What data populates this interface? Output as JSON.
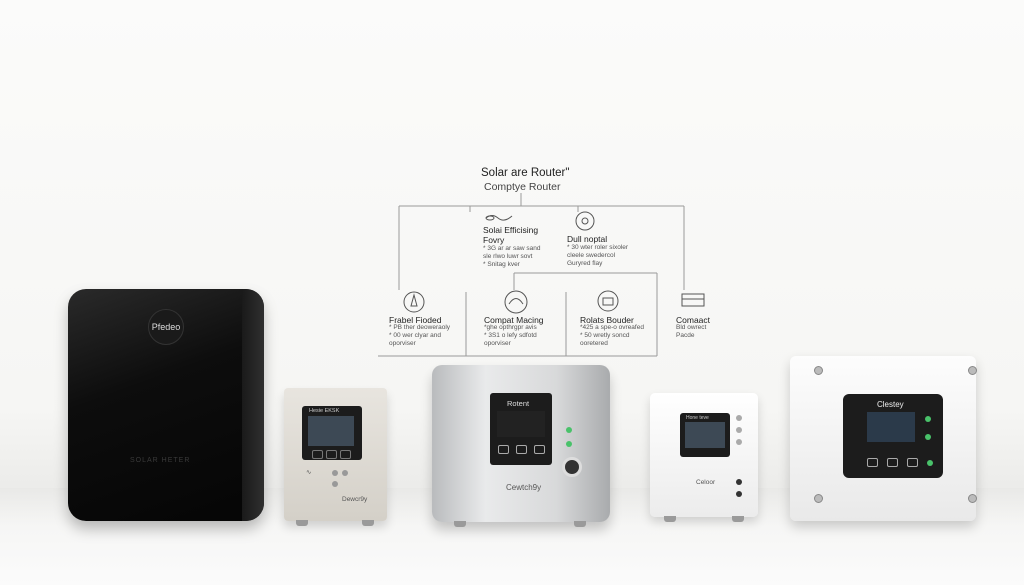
{
  "diagram": {
    "title": "Solar are Router\"",
    "subtitle": "Comptye Router",
    "top_nodes": [
      {
        "title_line1": "Solai Efficising",
        "title_line2": "Fovry",
        "notes": [
          "* 3G ar ar saw sand",
          "sle rlwo luwr sovt",
          "* Snitag kver"
        ]
      },
      {
        "title_line1": "Dull noptal",
        "title_line2": "",
        "notes": [
          "* 30 wter roler sixoler",
          "cleele swedercol",
          "Guryred flay"
        ]
      }
    ],
    "bottom_nodes": [
      {
        "title": "Frabel Fioded",
        "notes": [
          "* PB ther deoweraoly",
          "* 00 wer clyar and",
          "oporviser"
        ]
      },
      {
        "title": "Compat Macing",
        "notes": [
          "*ghe opthrgpr avis",
          "* 3S1 o lefy sdfotd",
          "oporviser"
        ]
      },
      {
        "title": "Rolats Bouder",
        "notes": [
          "*425 a spe-o ovreafed",
          "* 50 wretly soncd",
          "ooretered"
        ]
      },
      {
        "title": "Comaact",
        "notes": [
          "Bld owrect",
          "Pacde"
        ]
      }
    ]
  },
  "devices": {
    "black_unit": {
      "badge": "Pfedeo",
      "label": "SOLAR HETER"
    },
    "beige_unit": {
      "screen_title": "Hesie EKSK",
      "brand": "Dewcr9y"
    },
    "silver_unit": {
      "screen_title": "Rotent",
      "brand": "Cewtch9y"
    },
    "white_small_unit": {
      "screen_title": "Hone teve",
      "brand": "Celoor"
    },
    "white_large_unit": {
      "screen_title": "Clestey"
    }
  }
}
